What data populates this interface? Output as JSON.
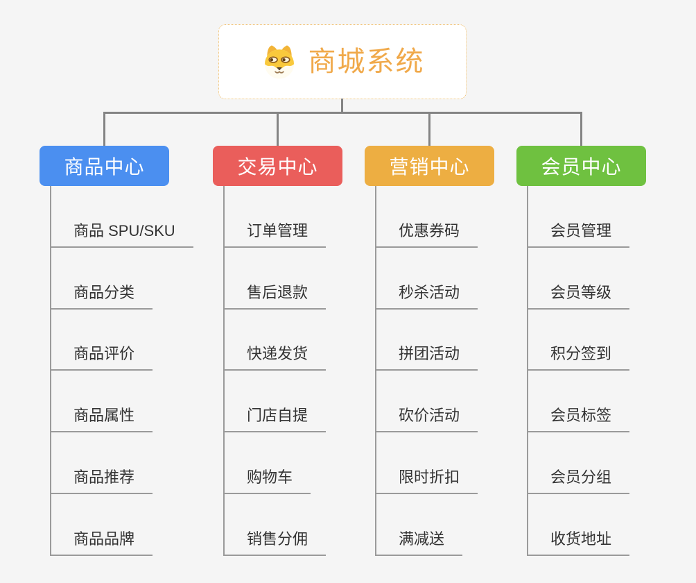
{
  "root": {
    "title": "商城系统",
    "icon": "dog-icon"
  },
  "branches": [
    {
      "label": "商品中心",
      "color": "#4b8ff0",
      "children": [
        "商品 SPU/SKU",
        "商品分类",
        "商品评价",
        "商品属性",
        "商品推荐",
        "商品品牌"
      ]
    },
    {
      "label": "交易中心",
      "color": "#ea5e5b",
      "children": [
        "订单管理",
        "售后退款",
        "快递发货",
        "门店自提",
        "购物车",
        "销售分佣"
      ]
    },
    {
      "label": "营销中心",
      "color": "#edae42",
      "children": [
        "优惠券码",
        "秒杀活动",
        "拼团活动",
        "砍价活动",
        "限时折扣",
        "满减送"
      ]
    },
    {
      "label": "会员中心",
      "color": "#6fc140",
      "children": [
        "会员管理",
        "会员等级",
        "积分签到",
        "会员标签",
        "会员分组",
        "收货地址"
      ]
    }
  ],
  "colors": {
    "background": "#f5f5f5",
    "connector": "#848484",
    "leaf_line": "#9a9a9a",
    "leaf_text": "#333333",
    "root_border": "#f0c070",
    "root_text": "#f0a94a",
    "branch_text": "#ffffff"
  }
}
